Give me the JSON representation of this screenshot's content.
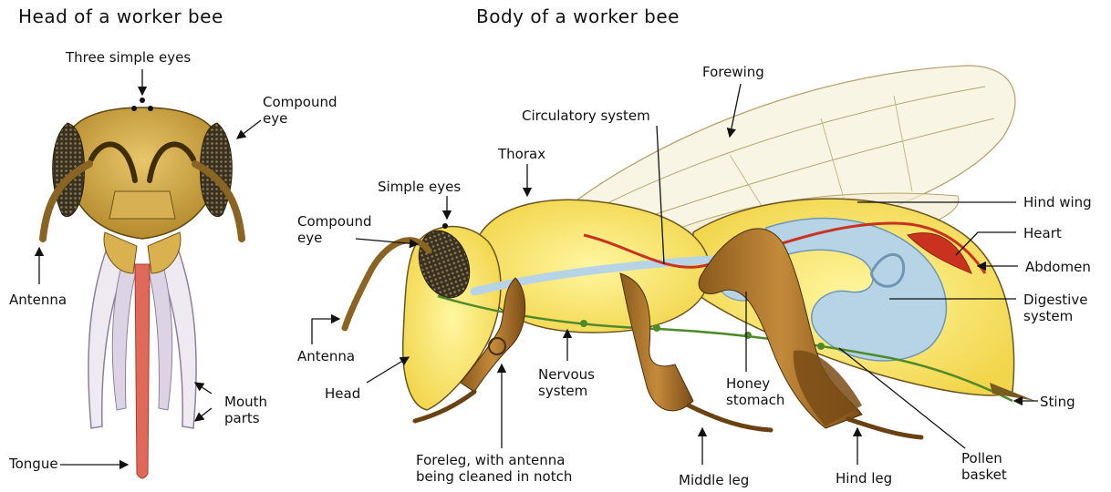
{
  "titles": {
    "head": "Head of a worker bee",
    "body": "Body of a worker bee"
  },
  "head_labels": {
    "three_simple_eyes": "Three simple eyes",
    "compound_eye": "Compound eye",
    "antenna": "Antenna",
    "mouth_parts": "Mouth parts",
    "tongue": "Tongue"
  },
  "body_labels": {
    "forewing": "Forewing",
    "circulatory_system": "Circulatory system",
    "thorax": "Thorax",
    "simple_eyes": "Simple eyes",
    "compound_eye": "Compound eye",
    "antenna": "Antenna",
    "head": "Head",
    "foreleg": "Foreleg, with antenna being cleaned in notch",
    "nervous_system": "Nervous system",
    "honey_stomach": "Honey stomach",
    "middle_leg": "Middle leg",
    "hind_leg": "Hind leg",
    "pollen_basket": "Pollen basket",
    "hind_wing": "Hind wing",
    "heart": "Heart",
    "abdomen": "Abdomen",
    "digestive_system": "Digestive system",
    "sting": "Sting"
  }
}
